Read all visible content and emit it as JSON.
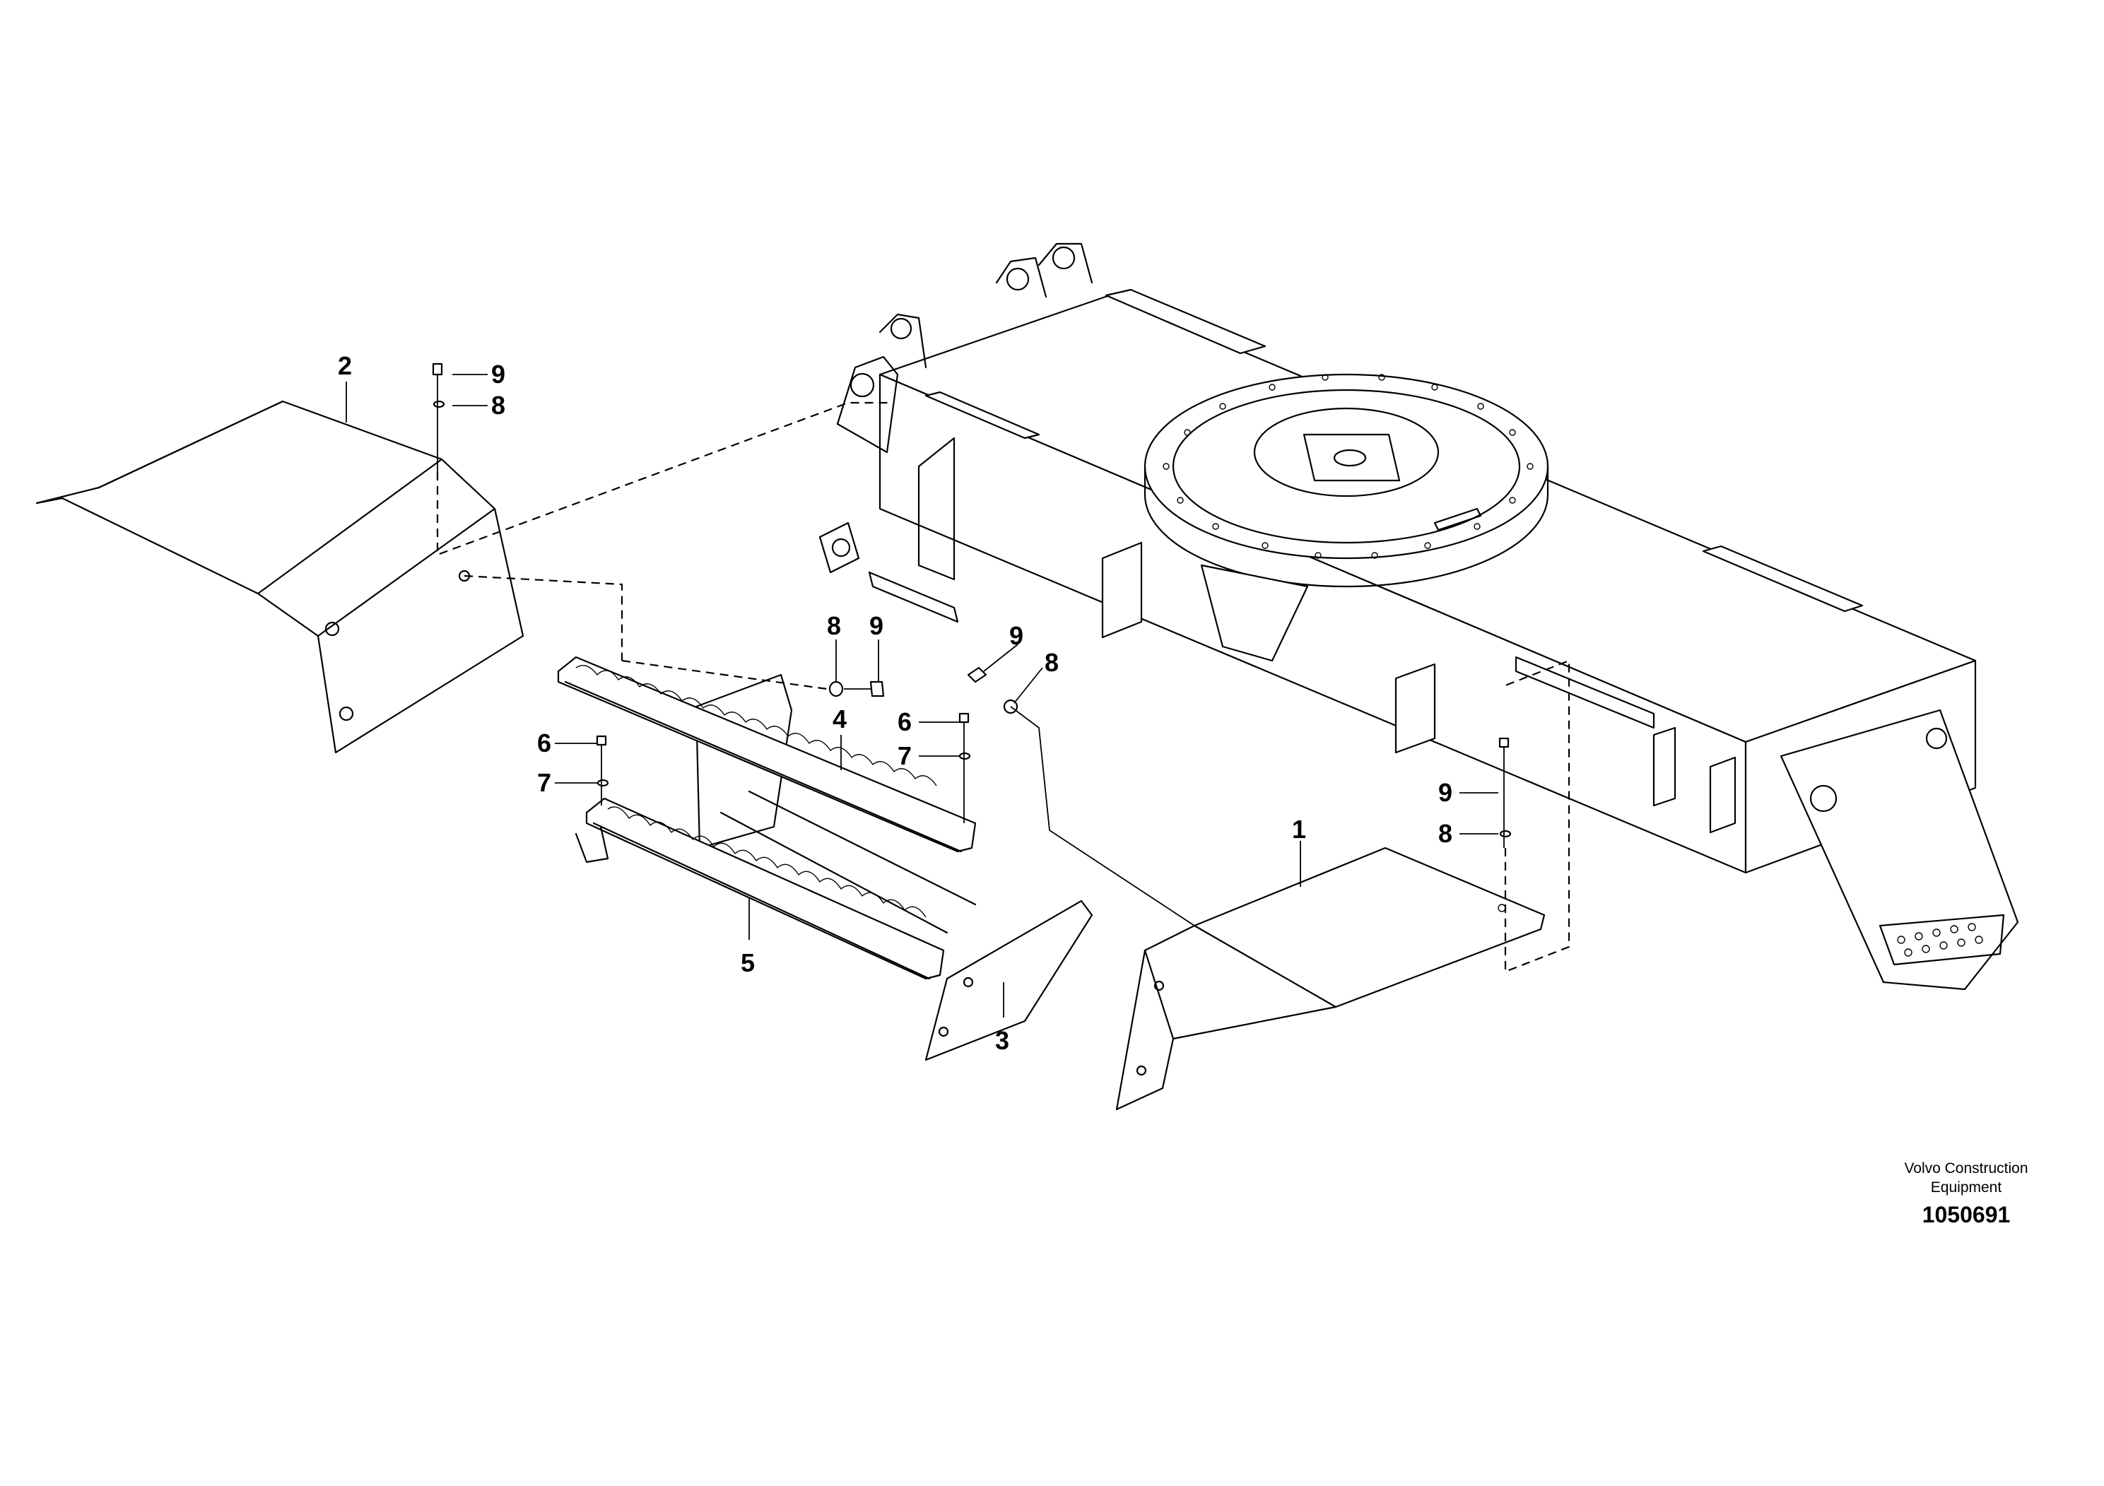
{
  "callouts": {
    "c1": "1",
    "c2": "2",
    "c3": "3",
    "c4": "4",
    "c5": "5",
    "c6a": "6",
    "c6b": "6",
    "c7a": "7",
    "c7b": "7",
    "c8a": "8",
    "c8b": "8",
    "c8c": "8",
    "c8d": "8",
    "c9a": "9",
    "c9b": "9",
    "c9c": "9",
    "c9d": "9"
  },
  "footer": {
    "company_line1": "Volvo Construction",
    "company_line2": "Equipment",
    "drawing_number": "1050691"
  }
}
